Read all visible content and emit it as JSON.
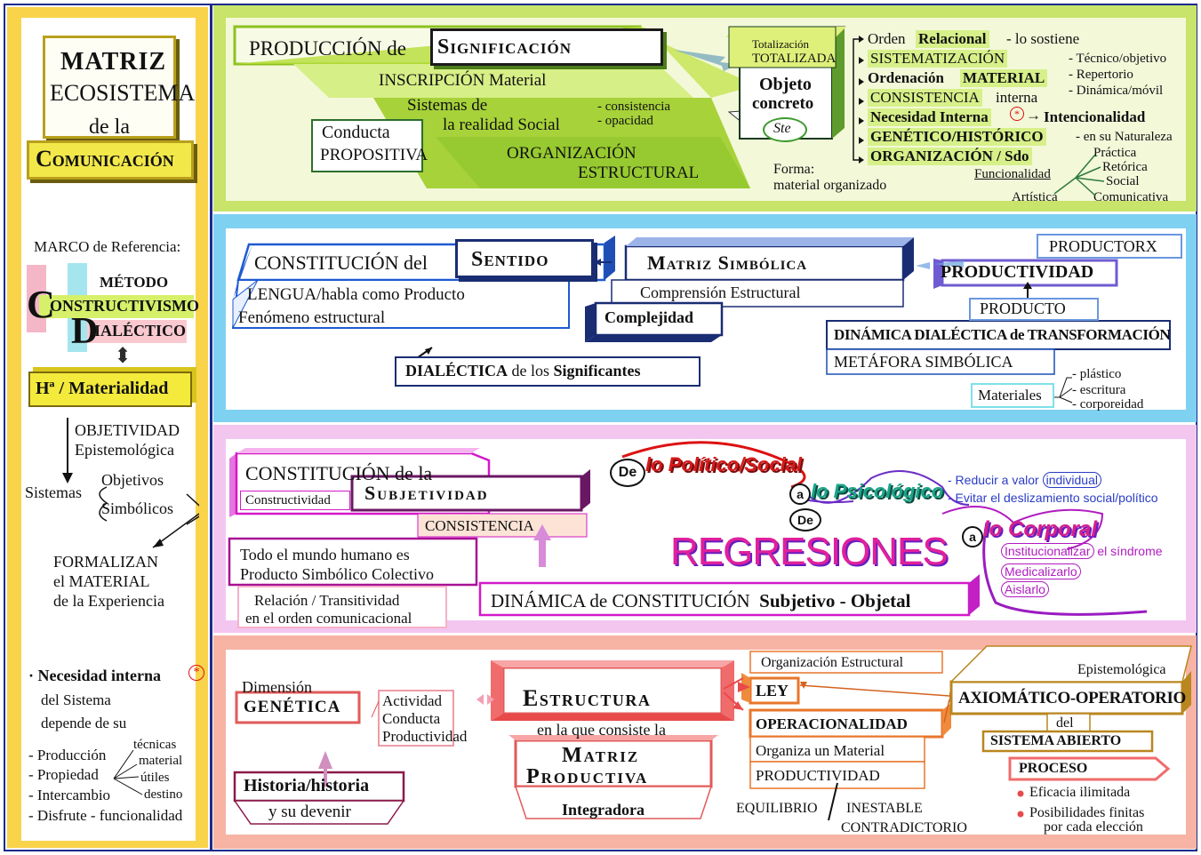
{
  "title": {
    "line1": "MATRIZ",
    "line2": "ECOSISTEMA",
    "line3": "de la",
    "line4": "Comunicación"
  },
  "sidebar": {
    "marco": "MARCO de Referencia:",
    "metodo": "MÉTODO",
    "c_letter": "C",
    "constructivismo": "ONSTRUCTIVISMO",
    "d_letter": "D",
    "dialectico": "IALÉCTICO",
    "materialidad": "Hª / Materialidad",
    "objetividad": "OBJETIVIDAD",
    "epistemologica": "Epistemológica",
    "sistemas": "Sistemas",
    "objetivos": "Objetivos",
    "simbolicos": "Simbólicos",
    "formalizan": "FORMALIZAN",
    "el_material": "el MATERIAL",
    "de_la_experiencia": "de la Experiencia",
    "necesidad": "· Necesidad interna",
    "necesidad_mark": "*",
    "del_sistema": "del Sistema",
    "depende": "depende de su",
    "items": [
      "- Producción",
      "- Propiedad",
      "- Intercambio",
      "- Disfrute - funcionalidad"
    ],
    "branches": [
      "técnicas",
      "material",
      "útiles",
      "destino"
    ]
  },
  "s1": {
    "produccion_de": "PRODUCCIÓN de",
    "significacion": "Significación",
    "inscripcion": "INSCRIPCIÓN Material",
    "sistemas_de": "Sistemas de",
    "realidad_social": "la realidad Social",
    "consistencia": "- consistencia",
    "opacidad": "- opacidad",
    "conducta": "Conducta",
    "propositiva": "PROPOSITIVA",
    "organizacion": "ORGANIZACIÓN",
    "estructural": "ESTRUCTURAL",
    "totalizacion": "Totalización",
    "totalizada": "TOTALIZADA",
    "objeto": "Objeto",
    "concreto": "concreto",
    "ste": "Ste",
    "forma": "Forma:",
    "material_org": "material organizado",
    "orden": "Orden",
    "relacional": "Relacional",
    "lo_sostiene": "- lo sostiene",
    "sistematizacion": "SISTEMATIZACIÓN",
    "ordenacion": "Ordenación",
    "material": "MATERIAL",
    "tecnico": "- Técnico/objetivo",
    "repertorio": "- Repertorio",
    "dinamica_movil": "- Dinámica/móvil",
    "consistencia_int": "CONSISTENCIA",
    "interna": "interna",
    "necesidad_interna": "Necesidad Interna",
    "intencionalidad": "Intencionalidad",
    "genetico": "GENÉTICO/HISTÓRICO",
    "en_su_naturaleza": "- en su Naturaleza",
    "organizacion_sdo": "ORGANIZACIÓN / Sdo",
    "funcionalidad": "Funcionalidad",
    "practica": "Práctica",
    "retorica": "Retórica",
    "social": "Social",
    "artistica": "Artística",
    "comunicativa": "Comunicativa"
  },
  "s2": {
    "constitucion_del": "CONSTITUCIÓN del",
    "sentido": "Sentido",
    "lengua": "LENGUA/habla como Producto",
    "fenomeno": "Fenómeno estructural",
    "matriz_simbolica": "Matriz Simbólica",
    "comprension": "Comprensión Estructural",
    "complejidad": "Complejidad",
    "dialectica": "DIALÉCTICA",
    "de_los": "de los",
    "significantes": "Significantes",
    "productorx": "PRODUCTORX",
    "productividad": "PRODUCTIVIDAD",
    "producto": "PRODUCTO",
    "dinamica": "DINÁMICA DIALÉCTICA de TRANSFORMACIÓN",
    "metafora": "METÁFORA SIMBÓLICA",
    "materiales": "Materiales",
    "plastico": "- plástico",
    "escritura": "- escritura",
    "corporeidad": "- corporeidad"
  },
  "s3": {
    "constitucion_de_la": "CONSTITUCIÓN de la",
    "constructividad": "Constructividad",
    "subjetividad": "Subjetividad",
    "consistencia": "CONSISTENCIA",
    "todo_mundo": "Todo el mundo humano es",
    "producto_simbolico": "Producto Simbólico Colectivo",
    "relacion": "Relación / Transitividad",
    "en_el_orden": "en el orden comunicacional",
    "dinamica": "DINÁMICA de CONSTITUCIÓN",
    "subjetivo": "Subjetivo - Objetal",
    "de": "De",
    "politico_social": "lo Político/Social",
    "a1": "a",
    "psicologico": "lo Psicológico",
    "de2": "De",
    "reducir": "- Reducir a valor",
    "individual": "individual",
    "evitar": "- Evitar el deslizamiento social/político",
    "regresiones": "REGRESIONES",
    "a2": "a",
    "corporal": "lo Corporal",
    "institucionalizar": "Institucionalizar",
    "el_sindrome": "el síndrome",
    "medicalizarlo": "Medicalizarlo",
    "aislarlo": "Aislarlo"
  },
  "s4": {
    "dimension": "Dimensión",
    "genetica": "GENÉTICA",
    "actividad": "Actividad",
    "conducta": "Conducta",
    "productividad": "Productividad",
    "historia": "Historia/historia",
    "devenir": "y su devenir",
    "estructura": "Estructura",
    "en_la_que": "en la que consiste la",
    "matriz": "Matriz",
    "productiva": "Productiva",
    "integradora": "Integradora",
    "org_estructural": "Organización Estructural",
    "ley": "LEY",
    "operacionalidad": "OPERACIONALIDAD",
    "organiza": "Organiza un Material",
    "productividad2": "PRODUCTIVIDAD",
    "equilibrio": "EQUILIBRIO",
    "inestable": "INESTABLE",
    "contradictorio": "CONTRADICTORIO",
    "epistemologica": "Epistemológica",
    "axiomatico": "AXIOMÁTICO-OPERATORIO",
    "del": "del",
    "sistema_abierto": "SISTEMA ABIERTO",
    "proceso": "PROCESO",
    "eficacia": "Eficacia ilimitada",
    "posibilidades": "Posibilidades finitas",
    "por_cada": "por cada elección"
  },
  "colors": {
    "navy": "#1b2a8c",
    "yellow": "#f9d34a",
    "green": "#c8e46a",
    "cyan": "#7fd1f2",
    "pink": "#f3c6f0",
    "salmon": "#f7b3a4",
    "purple": "#7b3fb0",
    "orange": "#e6862a"
  }
}
